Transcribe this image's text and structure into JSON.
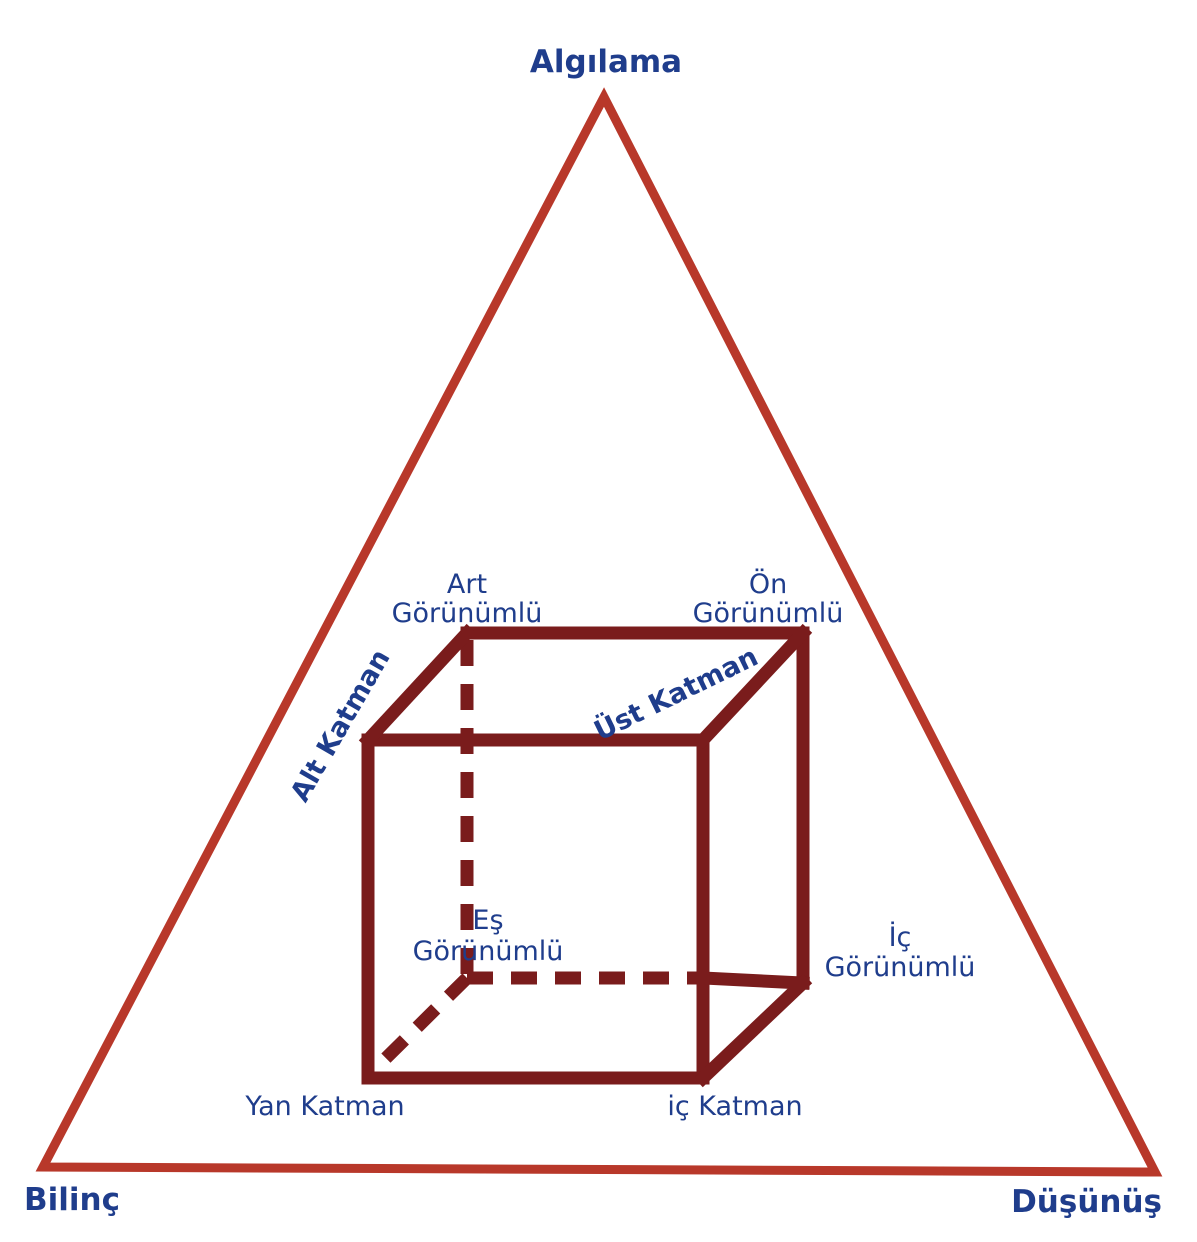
{
  "vertices": {
    "top": "Algılama",
    "bottom_left": "Bilinç",
    "bottom_right": "Düşünüş"
  },
  "cube_labels": {
    "art_line1": "Art",
    "art_line2": "Görünümlü",
    "on_line1": "Ön",
    "on_line2": "Görünümlü",
    "es_line1": "Eş",
    "es_line2": "Görünümlü",
    "ic_line1": "İç",
    "ic_line2": "Görünümlü",
    "alt_katman": "Alt Katman",
    "ust_katman": "Üst Katman",
    "yan_katman": "Yan Katman",
    "ic_katman": "iç Katman"
  },
  "colors": {
    "triangle": "#b8382a",
    "cube": "#7a1c1c",
    "text": "#1f3d8c"
  }
}
